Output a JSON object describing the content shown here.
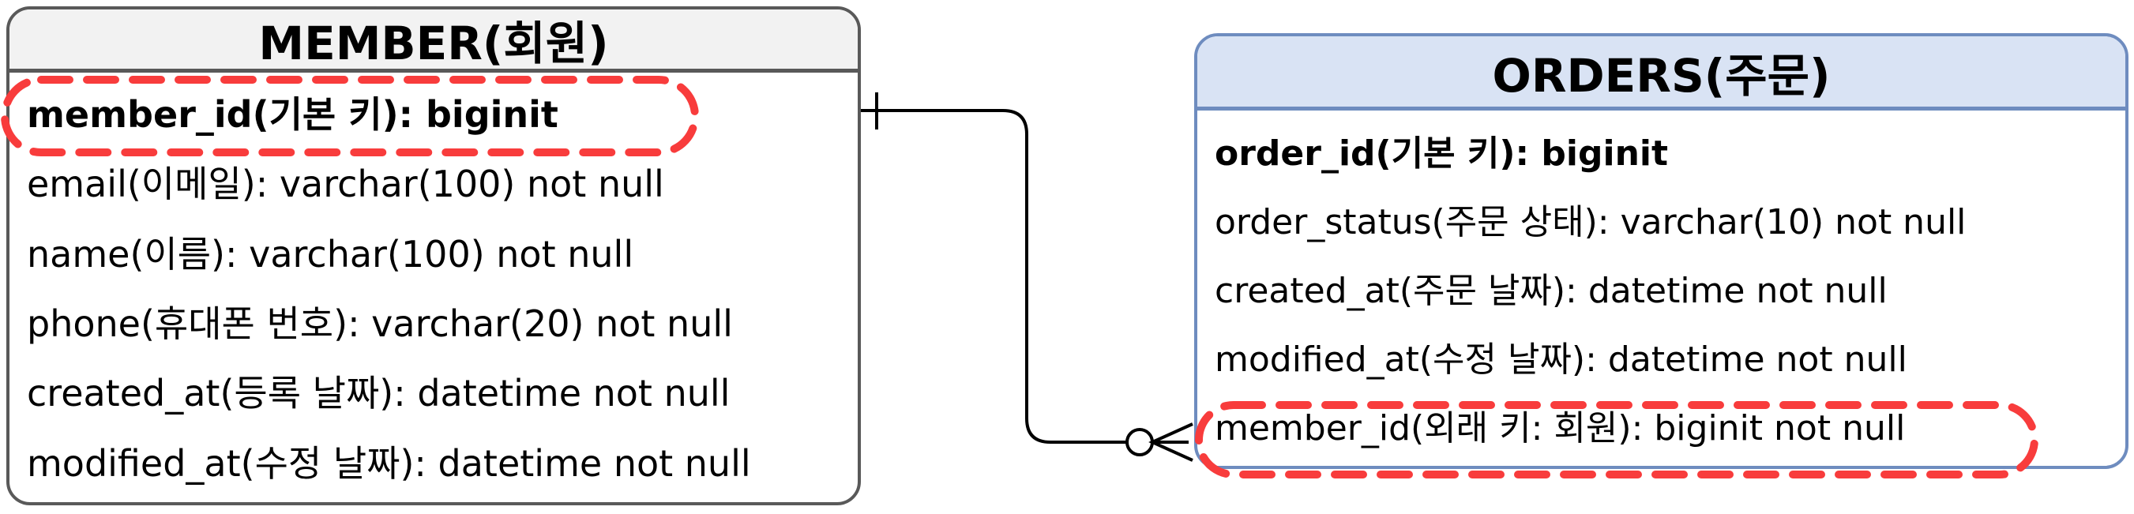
{
  "member_table": {
    "title": "MEMBER(회원)",
    "rows": [
      {
        "text": "member_id(기본 키): biginit",
        "emphasis": "primary-key",
        "highlighted": true
      },
      {
        "text": "email(이메일): varchar(100) not null"
      },
      {
        "text": "name(이름): varchar(100) not null"
      },
      {
        "text": "phone(휴대폰 번호): varchar(20) not null"
      },
      {
        "text": "created_at(등록 날짜): datetime not null"
      },
      {
        "text": "modified_at(수정 날짜): datetime not null"
      }
    ]
  },
  "orders_table": {
    "title": "ORDERS(주문)",
    "rows": [
      {
        "text": "order_id(기본 키): biginit",
        "emphasis": "primary-key"
      },
      {
        "text": "order_status(주문 상태): varchar(10) not null"
      },
      {
        "text": "created_at(주문 날짜): datetime not null"
      },
      {
        "text": "modified_at(수정 날짜): datetime not null"
      },
      {
        "text": "member_id(외래 키: 회원): biginit not null",
        "emphasis": "foreign-key",
        "highlighted": true
      }
    ]
  },
  "relationship": {
    "from_table": "MEMBER(회원)",
    "to_table": "ORDERS(주문)",
    "member_end_cardinality": "one",
    "orders_end_cardinality": "zero-or-many"
  },
  "colors": {
    "member_header_bg": "#f2f2f2",
    "member_border": "#595959",
    "orders_header_bg": "#d9e3f4",
    "orders_border": "#6e8cbf",
    "highlight": "#f83c3c",
    "line_color": "#000000",
    "text_color": "#000000",
    "canvas_bg": "#ffffff"
  }
}
